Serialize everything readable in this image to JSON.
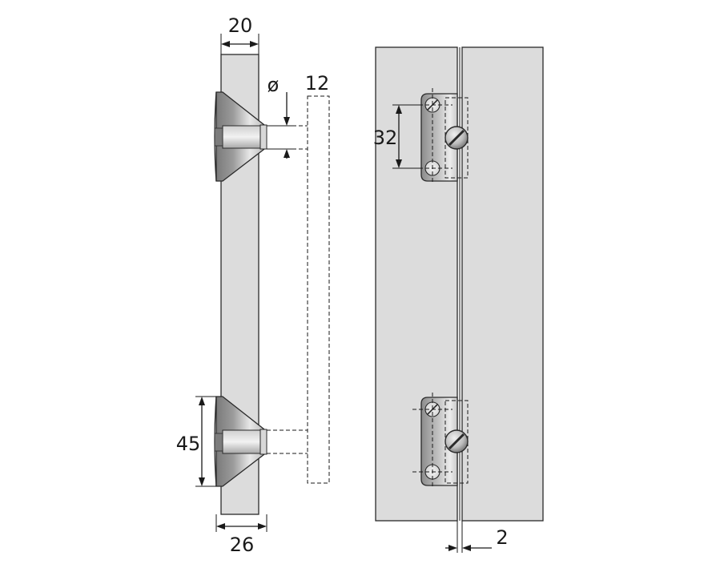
{
  "dimensions": {
    "handle_width": "20",
    "hole_diameter": "ø",
    "pin_length": "12",
    "mount_height": "45",
    "mount_depth": "26",
    "hole_spacing": "32",
    "gap": "2"
  },
  "colors": {
    "panel": "#dcdcdc",
    "hardware_dark": "#8a8a8a",
    "hardware_light": "#e6e6e6",
    "line": "#1a1a1a"
  }
}
